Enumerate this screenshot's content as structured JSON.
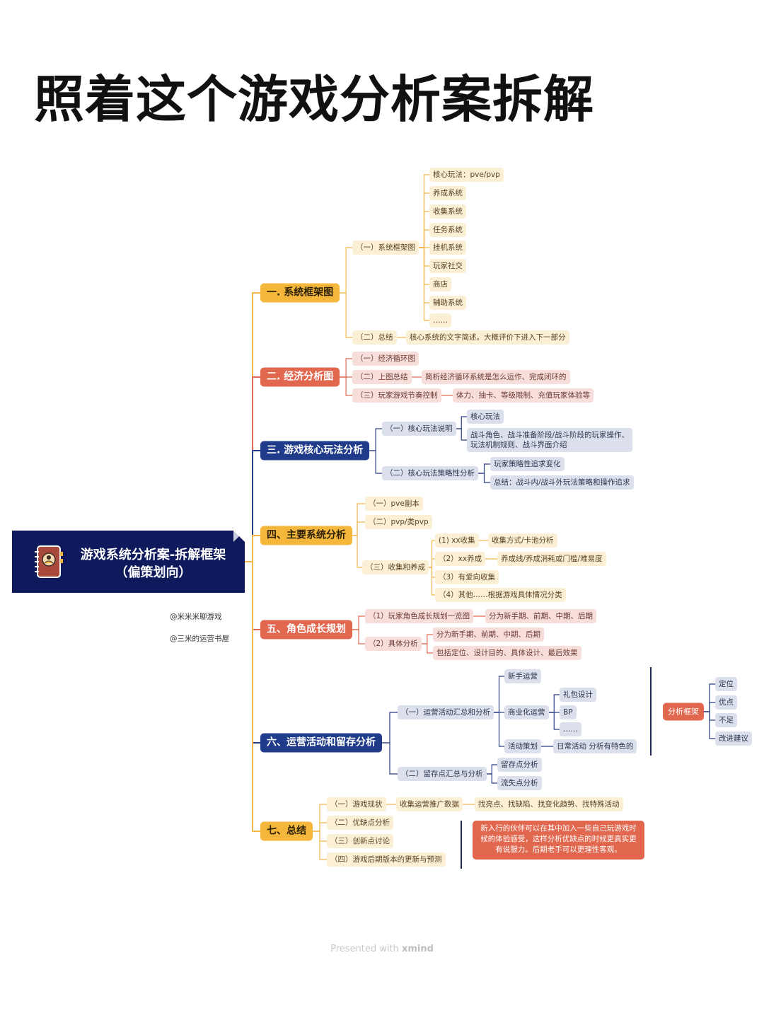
{
  "title": "照着这个游戏分析案拆解",
  "root": {
    "line1": "游戏系统分析案-拆解框架",
    "line2": "（偏策划向）",
    "icon": "notebook-icon"
  },
  "credits": [
    "@米米米聊游戏",
    "@三米的运营书屋"
  ],
  "colors": {
    "yellow": "#F5B73B",
    "red": "#E2674F",
    "navy": "#1F3B8A",
    "root": "#0E1A5C"
  },
  "branches": [
    {
      "label": "一. 系统框架图",
      "children": [
        {
          "label": "（一）系统框架图",
          "children": [
            {
              "label": "核心玩法：pve/pvp"
            },
            {
              "label": "养成系统"
            },
            {
              "label": "收集系统"
            },
            {
              "label": "任务系统"
            },
            {
              "label": "挂机系统"
            },
            {
              "label": "玩家社交"
            },
            {
              "label": "商店"
            },
            {
              "label": "辅助系统"
            },
            {
              "label": "……"
            }
          ]
        },
        {
          "label": "（二）总结",
          "children": [
            {
              "label": "核心系统的文字简述。大概评价下进入下一部分"
            }
          ]
        }
      ]
    },
    {
      "label": "二. 经济分析图",
      "children": [
        {
          "label": "（一）经济循环图"
        },
        {
          "label": "（二）上图总结",
          "children": [
            {
              "label": "简析经济循环系统是怎么运作、完成闭环的"
            }
          ]
        },
        {
          "label": "（三）玩家游戏节奏控制",
          "children": [
            {
              "label": "体力、抽卡、等级限制、充值玩家体验等"
            }
          ]
        }
      ]
    },
    {
      "label": "三. 游戏核心玩法分析",
      "children": [
        {
          "label": "（一）核心玩法说明",
          "children": [
            {
              "label": "核心玩法"
            },
            {
              "label": "战斗角色、战斗准备阶段/战斗阶段的玩家操作、\n玩法机制规则、战斗界面介绍"
            }
          ]
        },
        {
          "label": "（二）核心玩法策略性分析",
          "children": [
            {
              "label": "玩家策略性追求变化"
            },
            {
              "label": "总结：战斗内/战斗外玩法策略和操作追求"
            }
          ]
        }
      ]
    },
    {
      "label": "四、主要系统分析",
      "children": [
        {
          "label": "（一）pve副本"
        },
        {
          "label": "（二）pvp/类pvp"
        },
        {
          "label": "（三）收集和养成",
          "children": [
            {
              "label": "(1) xx收集",
              "children": [
                {
                  "label": "收集方式/卡池分析"
                }
              ]
            },
            {
              "label": "（2）xx养成",
              "children": [
                {
                  "label": "养成线/养成消耗或门槛/难易度"
                }
              ]
            },
            {
              "label": "（3）有爱向收集"
            },
            {
              "label": "（4）其他……根据游戏具体情况分类"
            }
          ]
        }
      ]
    },
    {
      "label": "五、角色成长规划",
      "children": [
        {
          "label": "（1）玩家角色成长规划一览图",
          "children": [
            {
              "label": "分为新手期、前期、中期、后期"
            }
          ]
        },
        {
          "label": "（2）具体分析",
          "children": [
            {
              "label": "分为新手期、前期、中期、后期"
            },
            {
              "label": "包括定位、设计目的、具体设计、最后效果"
            }
          ]
        }
      ]
    },
    {
      "label": "六、运营活动和留存分析",
      "children": [
        {
          "label": "（一）运营活动汇总和分析",
          "children": [
            {
              "label": "新手运营"
            },
            {
              "label": "商业化运营",
              "children": [
                {
                  "label": "礼包设计"
                },
                {
                  "label": "BP"
                },
                {
                  "label": "……"
                }
              ]
            },
            {
              "label": "活动策划",
              "children": [
                {
                  "label": "日常活动 分析有特色的"
                }
              ]
            }
          ]
        },
        {
          "label": "（二）留存点汇总与分析",
          "children": [
            {
              "label": "留存点分析"
            },
            {
              "label": "流失点分析"
            }
          ]
        }
      ]
    },
    {
      "label": "七、总结",
      "children": [
        {
          "label": "（一）游戏现状",
          "children": [
            {
              "label": "收集运营推广数据",
              "children": [
                {
                  "label": "找亮点、找缺陷、找变化趋势、找特殊活动"
                }
              ]
            }
          ]
        },
        {
          "label": "（二）优缺点分析"
        },
        {
          "label": "（三）创新点讨论"
        },
        {
          "label": "（四）游戏后期版本的更新与预测"
        }
      ]
    }
  ],
  "framework": {
    "label": "分析框架",
    "items": [
      "定位",
      "优点",
      "不足",
      "改进建议"
    ]
  },
  "note": "新入行的伙伴可以在其中加入一些自己玩游戏时\n候的体验感受，这样分析优缺点的时候更真实更\n有说服力。后期老手可以更理性客观。",
  "footer": {
    "prefix": "Presented with ",
    "brand": "xmind"
  }
}
